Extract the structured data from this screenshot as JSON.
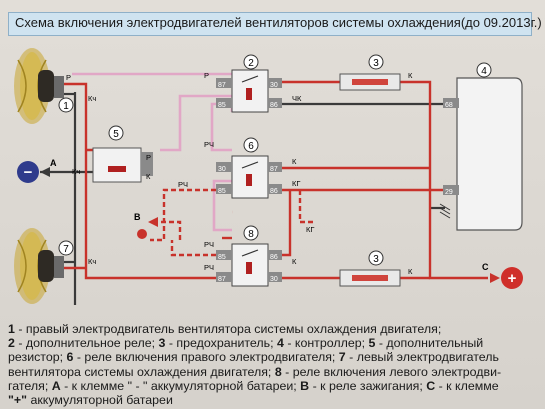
{
  "title": "Схема включения электродвигателей вентиляторов системы охлаждения(до 09.2013г.)",
  "callouts": {
    "c1": "1",
    "c2": "2",
    "c3": "3",
    "c4": "4",
    "c5": "5",
    "c6": "6",
    "c7": "7",
    "c8": "8"
  },
  "pins": {
    "p87": "87",
    "p86": "86",
    "p30": "30",
    "p85": "85",
    "p68": "68",
    "p29": "29"
  },
  "wires": {
    "p": "Р",
    "k": "К",
    "kch": "Кч",
    "chk": "ЧК",
    "rch": "РЧ",
    "kg": "КГ"
  },
  "terminals": {
    "a": "А",
    "b": "В",
    "c": "С",
    "minus": "−",
    "plus": "+"
  },
  "legend": {
    "l1": [
      {
        "t": "1",
        "b": true
      },
      {
        "t": " - правый электродвигатель вентилятора системы охлаждения двигателя;",
        "b": false
      }
    ],
    "l2": [
      {
        "t": "2",
        "b": true
      },
      {
        "t": " - дополнительное реле; ",
        "b": false
      },
      {
        "t": "3",
        "b": true
      },
      {
        "t": " - предохранитель; ",
        "b": false
      },
      {
        "t": "4",
        "b": true
      },
      {
        "t": " - контроллер; ",
        "b": false
      },
      {
        "t": "5",
        "b": true
      },
      {
        "t": " - дополнительный",
        "b": false
      }
    ],
    "l3": [
      {
        "t": "резистор; ",
        "b": false
      },
      {
        "t": "6",
        "b": true
      },
      {
        "t": " - реле включения правого электродвигателя; ",
        "b": false
      },
      {
        "t": "7",
        "b": true
      },
      {
        "t": " - левый электродвигатель",
        "b": false
      }
    ],
    "l4": [
      {
        "t": "вентилятора системы охлаждения двигателя; ",
        "b": false
      },
      {
        "t": "8",
        "b": true
      },
      {
        "t": " - реле включения левого электродви-",
        "b": false
      }
    ],
    "l5": [
      {
        "t": "гателя; ",
        "b": false
      },
      {
        "t": "А",
        "b": true
      },
      {
        "t": " - к клемме \" - \" аккумуляторной батареи; ",
        "b": false
      },
      {
        "t": "В",
        "b": true
      },
      {
        "t": " - к реле зажигания; ",
        "b": false
      },
      {
        "t": "С",
        "b": true
      },
      {
        "t": " - к клемме",
        "b": false
      }
    ],
    "l6": [
      {
        "t": "\"+\"",
        "b": true
      },
      {
        "t": " аккумуляторной батареи",
        "b": false
      }
    ]
  },
  "colors": {
    "red": "#c8322b",
    "pink": "#e1a7c6",
    "dark": "#3b3b3b",
    "relay": "#f2f2f2",
    "controller": "#f3f3f3"
  }
}
